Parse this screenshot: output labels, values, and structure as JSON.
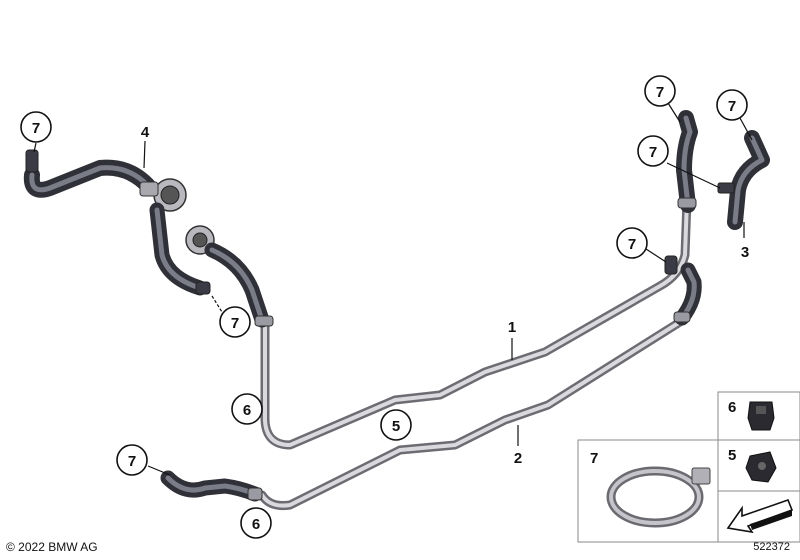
{
  "callouts": {
    "c7_top_left": "7",
    "c4": "4",
    "c7_mid_left": "7",
    "c7_right_top1": "7",
    "c7_right_top2": "7",
    "c7_right_mid": "7",
    "c3": "3",
    "c7_right_low": "7",
    "c1": "1",
    "c6_left": "6",
    "c5_mid": "5",
    "c2": "2",
    "c7_bottom_left": "7",
    "c6_bottom": "6"
  },
  "inset": {
    "clamp_label": "7",
    "part6_label": "6",
    "part5_label": "5"
  },
  "footer": {
    "copyright": "© 2022 BMW AG",
    "diagram_number": "522372"
  },
  "colors": {
    "pipe": "#bdbdc2",
    "hose": "#3a3b44",
    "line": "#111111"
  }
}
